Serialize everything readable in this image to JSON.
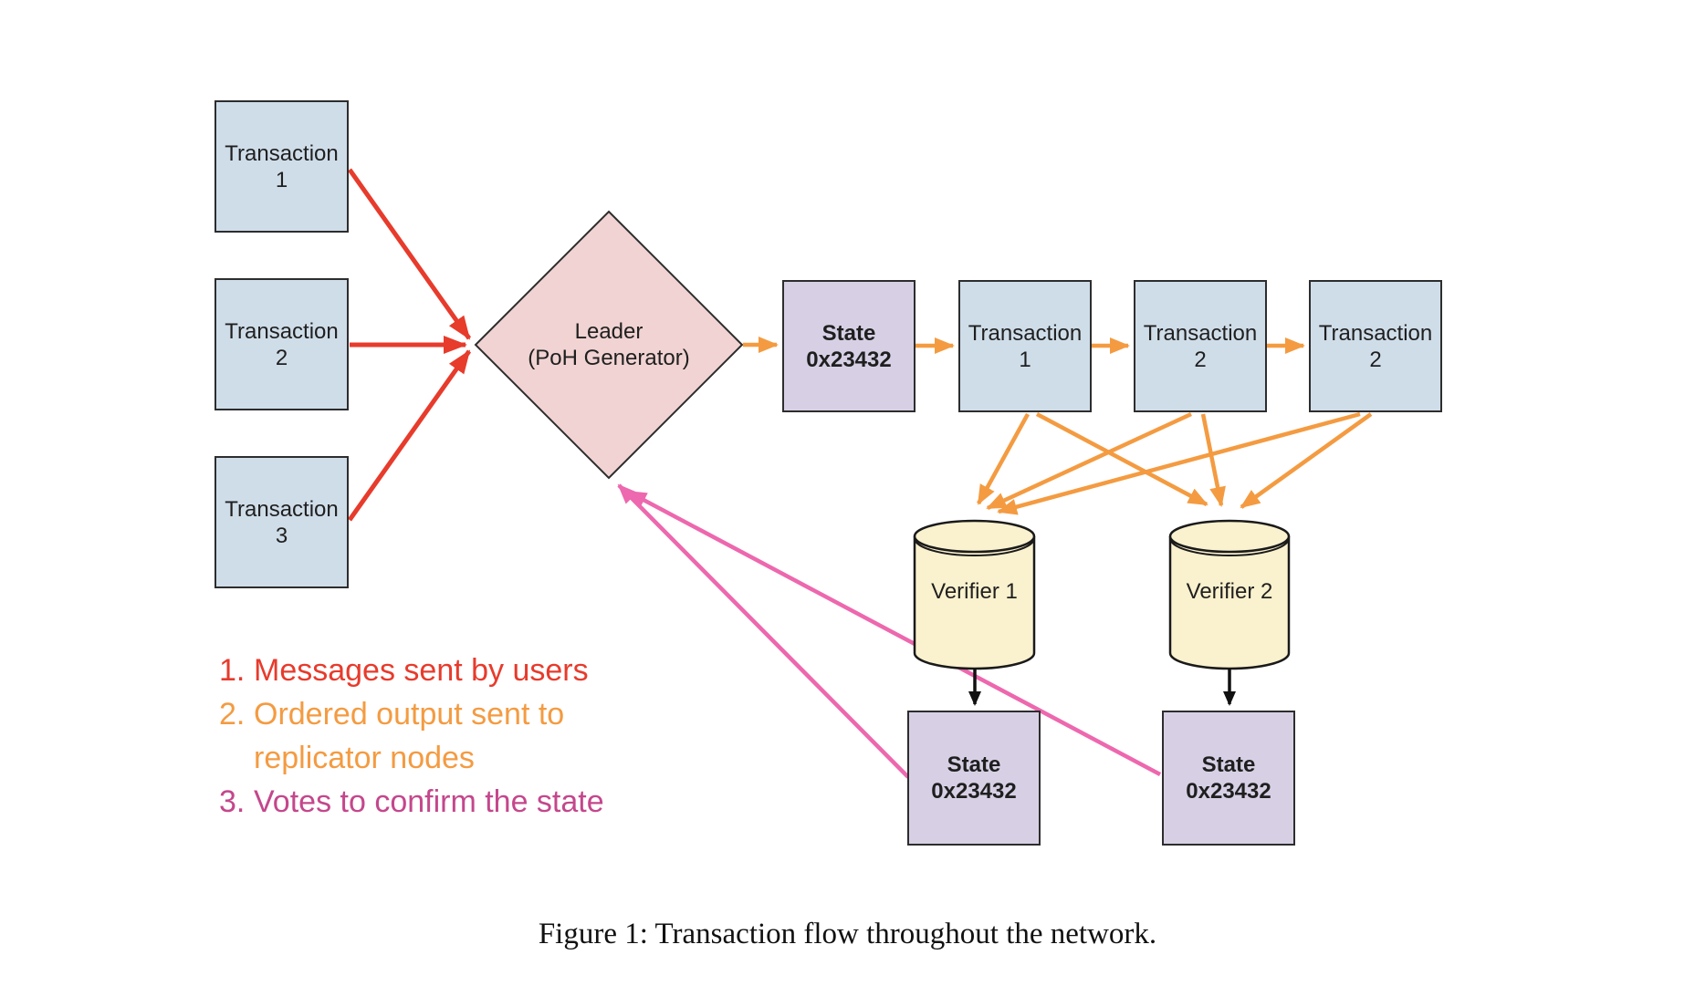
{
  "figure": {
    "caption": "Figure 1: Transaction flow throughout the network."
  },
  "colors": {
    "red": "#e73b2c",
    "orange": "#f49b41",
    "pink": "#ed68ae",
    "legend_pink": "#c4478c",
    "black_arrow": "#111111",
    "blue_fill": "#cfdde9",
    "diamond_fill": "#f0d3d2",
    "purple_fill": "#d7d0e5",
    "cream_fill": "#faf1ce",
    "border": "#2d2d2d"
  },
  "nodes": {
    "tx_sources": [
      {
        "label": "Transaction\n1"
      },
      {
        "label": "Transaction\n2"
      },
      {
        "label": "Transaction\n3"
      }
    ],
    "leader": {
      "label": "Leader\n(PoH Generator)"
    },
    "chain": [
      {
        "label": "State\n0x23432"
      },
      {
        "label": "Transaction\n1"
      },
      {
        "label": "Transaction\n2"
      },
      {
        "label": "Transaction\n2"
      }
    ],
    "verifiers": [
      {
        "label": "Verifier 1"
      },
      {
        "label": "Verifier 2"
      }
    ],
    "vote_states": [
      {
        "label": "State\n0x23432"
      },
      {
        "label": "State\n0x23432"
      }
    ]
  },
  "legend": {
    "items": [
      {
        "num": "1.",
        "text": "Messages sent by users",
        "color": "#e73b2c"
      },
      {
        "num": "2.",
        "text": "Ordered output sent to\nreplicator nodes",
        "color": "#f49b41"
      },
      {
        "num": "3.",
        "text": "Votes to confirm the state",
        "color": "#c4478c"
      }
    ]
  }
}
